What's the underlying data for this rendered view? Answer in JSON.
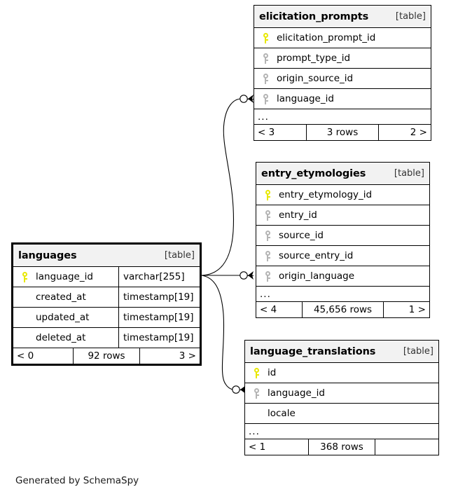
{
  "diagram": {
    "kind_label": "[table]",
    "ellipsis": "...",
    "credit": "Generated by SchemaSpy",
    "colors": {
      "primary_key": "#e8e800",
      "foreign_key": "#b4b4b4",
      "header_background": "#f2f2f2",
      "border": "#000000",
      "background": "#ffffff"
    }
  },
  "tables": {
    "elicitation_prompts": {
      "title": "elicitation_prompts",
      "kind": "[table]",
      "columns": [
        {
          "name": "elicitation_prompt_id",
          "key": "primary",
          "type": ""
        },
        {
          "name": "prompt_type_id",
          "key": "foreign",
          "type": ""
        },
        {
          "name": "origin_source_id",
          "key": "foreign",
          "type": ""
        },
        {
          "name": "language_id",
          "key": "foreign",
          "type": ""
        }
      ],
      "footer": {
        "left": "< 3",
        "middle": "3 rows",
        "right": "2 >"
      }
    },
    "entry_etymologies": {
      "title": "entry_etymologies",
      "kind": "[table]",
      "columns": [
        {
          "name": "entry_etymology_id",
          "key": "primary",
          "type": ""
        },
        {
          "name": "entry_id",
          "key": "foreign",
          "type": ""
        },
        {
          "name": "source_id",
          "key": "foreign",
          "type": ""
        },
        {
          "name": "source_entry_id",
          "key": "foreign",
          "type": ""
        },
        {
          "name": "origin_language",
          "key": "foreign",
          "type": ""
        }
      ],
      "footer": {
        "left": "< 4",
        "middle": "45,656 rows",
        "right": "1 >"
      }
    },
    "languages": {
      "title": "languages",
      "kind": "[table]",
      "focused": true,
      "columns": [
        {
          "name": "language_id",
          "key": "primary",
          "type": "varchar[255]"
        },
        {
          "name": "created_at",
          "key": "none",
          "type": "timestamp[19]"
        },
        {
          "name": "updated_at",
          "key": "none",
          "type": "timestamp[19]"
        },
        {
          "name": "deleted_at",
          "key": "none",
          "type": "timestamp[19]"
        }
      ],
      "footer": {
        "left": "< 0",
        "middle": "92 rows",
        "right": "3 >"
      }
    },
    "language_translations": {
      "title": "language_translations",
      "kind": "[table]",
      "columns": [
        {
          "name": "id",
          "key": "primary",
          "type": ""
        },
        {
          "name": "language_id",
          "key": "foreign",
          "type": ""
        },
        {
          "name": "locale",
          "key": "none",
          "type": ""
        }
      ],
      "footer": {
        "left": "< 1",
        "middle": "368 rows",
        "right": ""
      }
    }
  },
  "relationships": [
    {
      "from": "languages.language_id",
      "to": "elicitation_prompts.language_id"
    },
    {
      "from": "languages.language_id",
      "to": "entry_etymologies.origin_language"
    },
    {
      "from": "languages.language_id",
      "to": "language_translations.language_id"
    }
  ]
}
